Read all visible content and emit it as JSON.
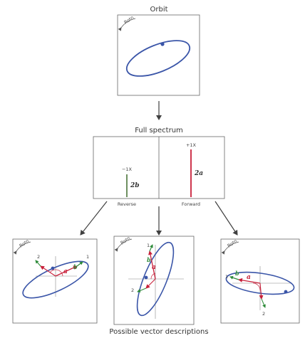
{
  "titles": {
    "orbit": "Orbit",
    "full_spectrum": "Full spectrum",
    "possible": "Possible vector descriptions"
  },
  "rotn_label": "Rotn",
  "spectrum": {
    "reverse_tick": "−1X",
    "forward_tick": "+1X",
    "reverse_mag": "2b",
    "forward_mag": "2a",
    "reverse_label": "Reverse",
    "forward_label": "Forward"
  },
  "vector_labels": {
    "a": "a",
    "b": "b",
    "one": "1",
    "two": "2"
  },
  "colors": {
    "orbit": "#3a55a8",
    "forward": "#c8203a",
    "reverse": "#3d6b2a",
    "vector_a": "#c8203a",
    "vector_b": "#2e8b3a",
    "arrow": "#404040"
  }
}
